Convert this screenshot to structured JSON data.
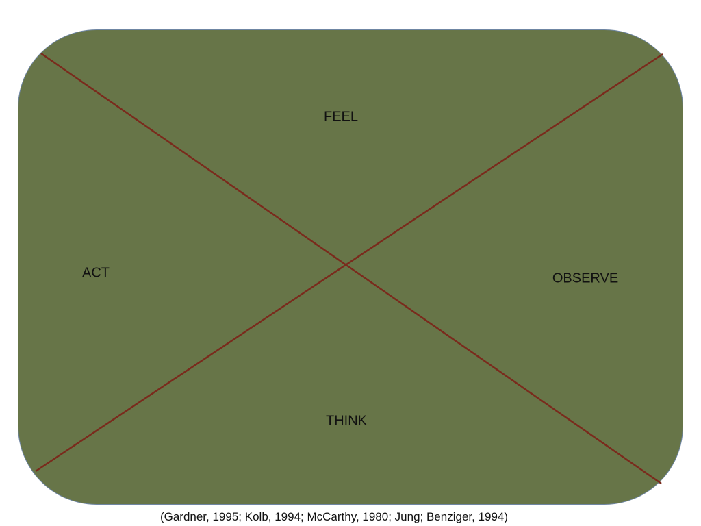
{
  "labels": {
    "top": "FEEL",
    "left": "ACT",
    "right": "OBSERVE",
    "bottom": "THINK"
  },
  "citation": "(Gardner, 1995; Kolb, 1994; McCarthy, 1980; Jung; Benziger, 1994)",
  "colors": {
    "fill": "#677548",
    "lines": "#7a2a1c",
    "border": "#6f86a3"
  }
}
